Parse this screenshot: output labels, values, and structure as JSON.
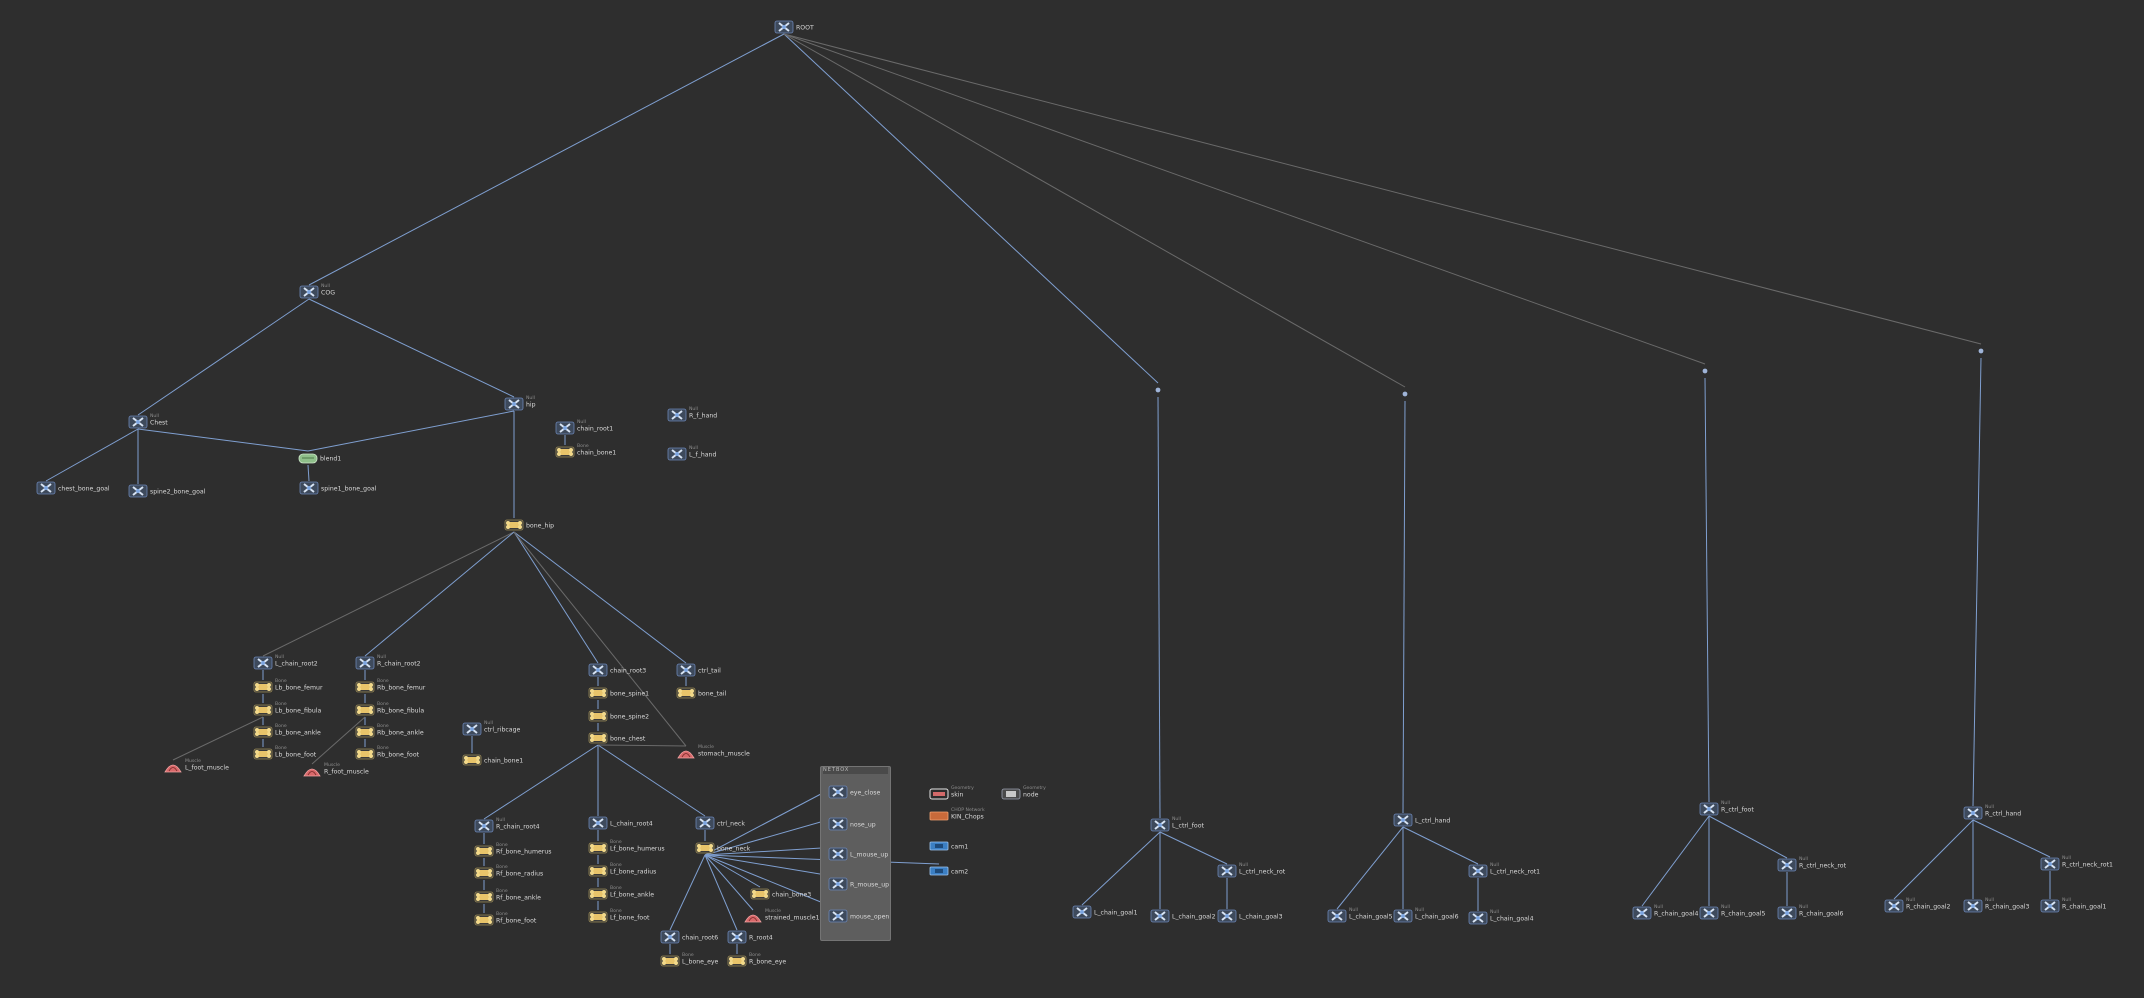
{
  "colors": {
    "background": "#2e2e2e",
    "wire": "#7f9fd0",
    "wire_dim": "#6a6a6a",
    "label": "#d8d8d8",
    "sublabel": "#8c8c8c"
  },
  "network_box": {
    "title": "NETBOX"
  },
  "nodes": [
    {
      "id": "root",
      "type": "null",
      "label": "ROOT",
      "sub": ""
    },
    {
      "id": "cog",
      "type": "null",
      "label": "COG",
      "sub": "Null"
    },
    {
      "id": "chest",
      "type": "null",
      "label": "Chest",
      "sub": "Null"
    },
    {
      "id": "hip",
      "type": "null",
      "label": "hip",
      "sub": "Null"
    },
    {
      "id": "chain_root1",
      "type": "null",
      "label": "chain_root1",
      "sub": "Null"
    },
    {
      "id": "chain_bone1",
      "type": "bone",
      "label": "chain_bone1",
      "sub": "Bone"
    },
    {
      "id": "r_f_hand",
      "type": "null",
      "label": "R_f_hand",
      "sub": "Null"
    },
    {
      "id": "l_f_hand",
      "type": "null",
      "label": "L_f_hand",
      "sub": "Null"
    },
    {
      "id": "blend1",
      "type": "blend",
      "label": "blend1",
      "sub": ""
    },
    {
      "id": "chest_bone_goal",
      "type": "null",
      "label": "chest_bone_goal",
      "sub": ""
    },
    {
      "id": "spine2_bone_goal",
      "type": "null",
      "label": "spine2_bone_goal",
      "sub": ""
    },
    {
      "id": "spine1_bone_goal",
      "type": "null",
      "label": "spine1_bone_goal",
      "sub": ""
    },
    {
      "id": "bone_hip",
      "type": "bone",
      "label": "bone_hip",
      "sub": ""
    },
    {
      "id": "l_chain_root2",
      "type": "null",
      "label": "L_chain_root2",
      "sub": "Null"
    },
    {
      "id": "lb_bone_femur",
      "type": "bone",
      "label": "Lb_bone_femur",
      "sub": "Bone"
    },
    {
      "id": "lb_bone_fibula",
      "type": "bone",
      "label": "Lb_bone_fibula",
      "sub": "Bone"
    },
    {
      "id": "lb_bone_ankle",
      "type": "bone",
      "label": "Lb_bone_ankle",
      "sub": "Bone"
    },
    {
      "id": "lb_bone_foot",
      "type": "bone",
      "label": "Lb_bone_foot",
      "sub": "Bone"
    },
    {
      "id": "l_foot_muscle",
      "type": "muscle",
      "label": "L_foot_muscle",
      "sub": "Muscle"
    },
    {
      "id": "r_chain_root2",
      "type": "null",
      "label": "R_chain_root2",
      "sub": "Null"
    },
    {
      "id": "rb_bone_femur",
      "type": "bone",
      "label": "Rb_bone_femur",
      "sub": "Bone"
    },
    {
      "id": "rb_bone_fibula",
      "type": "bone",
      "label": "Rb_bone_fibula",
      "sub": "Bone"
    },
    {
      "id": "rb_bone_ankle",
      "type": "bone",
      "label": "Rb_bone_ankle",
      "sub": "Bone"
    },
    {
      "id": "rb_bone_foot",
      "type": "bone",
      "label": "Rb_bone_foot",
      "sub": "Bone"
    },
    {
      "id": "r_foot_muscle",
      "type": "muscle",
      "label": "R_foot_muscle",
      "sub": "Muscle"
    },
    {
      "id": "ctrl_ribcage",
      "type": "null",
      "label": "ctrl_ribcage",
      "sub": "Null"
    },
    {
      "id": "chain_bone1b",
      "type": "bone",
      "label": "chain_bone1",
      "sub": ""
    },
    {
      "id": "chain_root3",
      "type": "null",
      "label": "chain_root3",
      "sub": ""
    },
    {
      "id": "bone_spine1",
      "type": "bone",
      "label": "bone_spine1",
      "sub": ""
    },
    {
      "id": "bone_spine2",
      "type": "bone",
      "label": "bone_spine2",
      "sub": ""
    },
    {
      "id": "bone_chest",
      "type": "bone",
      "label": "bone_chest",
      "sub": ""
    },
    {
      "id": "ctrl_tail",
      "type": "null",
      "label": "ctrl_tail",
      "sub": ""
    },
    {
      "id": "bone_tail",
      "type": "bone",
      "label": "bone_tail",
      "sub": ""
    },
    {
      "id": "stomach_muscle",
      "type": "muscle",
      "label": "stomach_muscle",
      "sub": "Muscle"
    },
    {
      "id": "r_chain_root4",
      "type": "null",
      "label": "R_chain_root4",
      "sub": "Null"
    },
    {
      "id": "rf_bone_humerus",
      "type": "bone",
      "label": "Rf_bone_humerus",
      "sub": "Bone"
    },
    {
      "id": "rf_bone_radius",
      "type": "bone",
      "label": "Rf_bone_radius",
      "sub": "Bone"
    },
    {
      "id": "rf_bone_ankle",
      "type": "bone",
      "label": "Rf_bone_ankle",
      "sub": "Bone"
    },
    {
      "id": "rf_bone_foot",
      "type": "bone",
      "label": "Rf_bone_foot",
      "sub": "Bone"
    },
    {
      "id": "l_chain_root4",
      "type": "null",
      "label": "L_chain_root4",
      "sub": ""
    },
    {
      "id": "lf_bone_humerus",
      "type": "bone",
      "label": "Lf_bone_humerus",
      "sub": "Bone"
    },
    {
      "id": "lf_bone_radius",
      "type": "bone",
      "label": "Lf_bone_radius",
      "sub": "Bone"
    },
    {
      "id": "lf_bone_ankle",
      "type": "bone",
      "label": "Lf_bone_ankle",
      "sub": "Bone"
    },
    {
      "id": "lf_bone_foot",
      "type": "bone",
      "label": "Lf_bone_foot",
      "sub": "Bone"
    },
    {
      "id": "ctrl_neck",
      "type": "null",
      "label": "ctrl_neck",
      "sub": ""
    },
    {
      "id": "bone_neck",
      "type": "bone",
      "label": "bone_neck",
      "sub": ""
    },
    {
      "id": "chain_bone3",
      "type": "bone",
      "label": "chain_bone3",
      "sub": ""
    },
    {
      "id": "strained_muscle1",
      "type": "muscle",
      "label": "strained_muscle1",
      "sub": "Muscle"
    },
    {
      "id": "chain_root6",
      "type": "null",
      "label": "chain_root6",
      "sub": ""
    },
    {
      "id": "r_root4",
      "type": "null",
      "label": "R_root4",
      "sub": ""
    },
    {
      "id": "l_bone_eye",
      "type": "bone",
      "label": "L_bone_eye",
      "sub": "Bone"
    },
    {
      "id": "r_bone_eye",
      "type": "bone",
      "label": "R_bone_eye",
      "sub": "Bone"
    },
    {
      "id": "eye_close",
      "type": "null",
      "label": "eye_close",
      "sub": ""
    },
    {
      "id": "nose_up",
      "type": "null",
      "label": "nose_up",
      "sub": ""
    },
    {
      "id": "l_mouse_up",
      "type": "null",
      "label": "L_mouse_up",
      "sub": ""
    },
    {
      "id": "r_mouse_up",
      "type": "null",
      "label": "R_mouse_up",
      "sub": ""
    },
    {
      "id": "mouse_open",
      "type": "null",
      "label": "mouse_open",
      "sub": ""
    },
    {
      "id": "skin",
      "type": "skin",
      "label": "skin",
      "sub": "Geometry"
    },
    {
      "id": "kine_chops",
      "type": "chop",
      "label": "KIN_Chops",
      "sub": "CHOP Network"
    },
    {
      "id": "node_geo",
      "type": "geo",
      "label": "node",
      "sub": "Geometry"
    },
    {
      "id": "cam1",
      "type": "cam",
      "label": "cam1",
      "sub": ""
    },
    {
      "id": "cam2",
      "type": "cam",
      "label": "cam2",
      "sub": ""
    },
    {
      "id": "l_ctrl_foot",
      "type": "null",
      "label": "L_ctrl_foot",
      "sub": "Null"
    },
    {
      "id": "l_chain_goal1",
      "type": "null",
      "label": "L_chain_goal1",
      "sub": ""
    },
    {
      "id": "l_chain_goal2",
      "type": "null",
      "label": "L_chain_goal2",
      "sub": ""
    },
    {
      "id": "l_ctrl_neck_rot",
      "type": "null",
      "label": "L_ctrl_neck_rot",
      "sub": "Null"
    },
    {
      "id": "l_chain_goal3",
      "type": "null",
      "label": "L_chain_goal3",
      "sub": ""
    },
    {
      "id": "l_ctrl_hand",
      "type": "null",
      "label": "L_ctrl_hand",
      "sub": ""
    },
    {
      "id": "l_chain_goal5",
      "type": "null",
      "label": "L_chain_goal5",
      "sub": "Null"
    },
    {
      "id": "l_chain_goal6",
      "type": "null",
      "label": "L_chain_goal6",
      "sub": "Null"
    },
    {
      "id": "l_ctrl_neck_rot1",
      "type": "null",
      "label": "L_ctrl_neck_rot1",
      "sub": "Null"
    },
    {
      "id": "l_chain_goal4",
      "type": "null",
      "label": "L_chain_goal4",
      "sub": "Null"
    },
    {
      "id": "r_ctrl_foot",
      "type": "null",
      "label": "R_ctrl_foot",
      "sub": "Null"
    },
    {
      "id": "r_chain_goal4",
      "type": "null",
      "label": "R_chain_goal4",
      "sub": "Null"
    },
    {
      "id": "r_chain_goal5",
      "type": "null",
      "label": "R_chain_goal5",
      "sub": "Null"
    },
    {
      "id": "r_ctrl_neck_rot",
      "type": "null",
      "label": "R_ctrl_neck_rot",
      "sub": "Null"
    },
    {
      "id": "r_chain_goal6",
      "type": "null",
      "label": "R_chain_goal6",
      "sub": "Null"
    },
    {
      "id": "r_ctrl_hand",
      "type": "null",
      "label": "R_ctrl_hand",
      "sub": "Null"
    },
    {
      "id": "r_chain_goal2",
      "type": "null",
      "label": "R_chain_goal2",
      "sub": "Null"
    },
    {
      "id": "r_chain_goal3",
      "type": "null",
      "label": "R_chain_goal3",
      "sub": "Null"
    },
    {
      "id": "r_ctrl_neck_rot1",
      "type": "null",
      "label": "R_ctrl_neck_rot1",
      "sub": "Null"
    },
    {
      "id": "r_chain_goal1",
      "type": "null",
      "label": "R_chain_goal1",
      "sub": "Null"
    }
  ]
}
